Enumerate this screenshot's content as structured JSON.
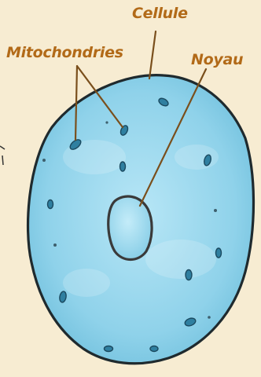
{
  "labels": {
    "cell": "Cellule",
    "mitochondria": "Mitochondries",
    "nucleus": "Noyau"
  },
  "colors": {
    "background": "#f7ecd2",
    "label_text": "#b26a18",
    "cell_fill": "#8fd2ea",
    "cell_outline": "#1f2a2e",
    "nucleus_fill": "#9fd6ec",
    "organelle_fill": "#2f7fa0",
    "leader_line": "#7a4f1c"
  }
}
